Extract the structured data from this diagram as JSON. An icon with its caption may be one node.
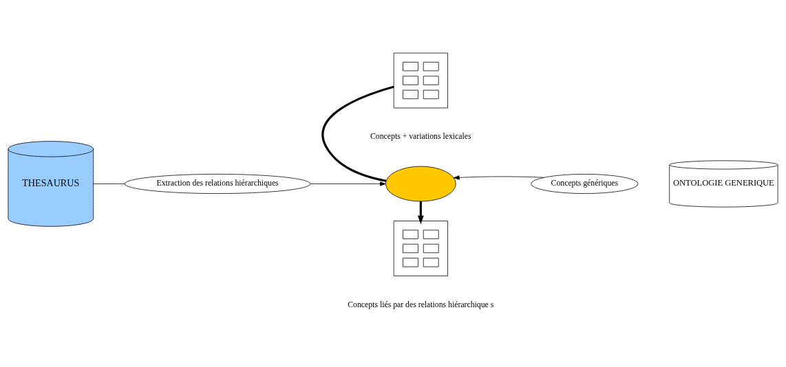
{
  "diagram": {
    "nodes": [
      {
        "text": [
          "THESAURUS"
        ]
      },
      {
        "text": [
          "Extraction des relations hiérarchiques"
        ]
      },
      {
        "text": [],
        "shape": "ellipse"
      },
      {
        "text": [],
        "shape": "picture",
        "beside": [
          "Concepts + variations lexicales"
        ]
      },
      {
        "text": [
          "ONTOLOGIE GENERIQUE"
        ]
      },
      {
        "text": [
          "Concepts génériques"
        ]
      },
      {
        "text": [],
        "shape": "picture",
        "beside": [
          "Concepts liés par des relations hiérarchique s"
        ]
      }
    ],
    "edges": [
      {
        "from": 0,
        "to": 1,
        "arrow": "none"
      },
      {
        "from": 1,
        "to": 2,
        "arrow": "to"
      },
      {
        "from": 3,
        "to": 2,
        "arrow": "none",
        "style": "thick"
      },
      {
        "from": 5,
        "to": 2,
        "arrow": "to"
      },
      {
        "from": 2,
        "to": 6,
        "arrow": "to",
        "style": "thick"
      }
    ]
  }
}
